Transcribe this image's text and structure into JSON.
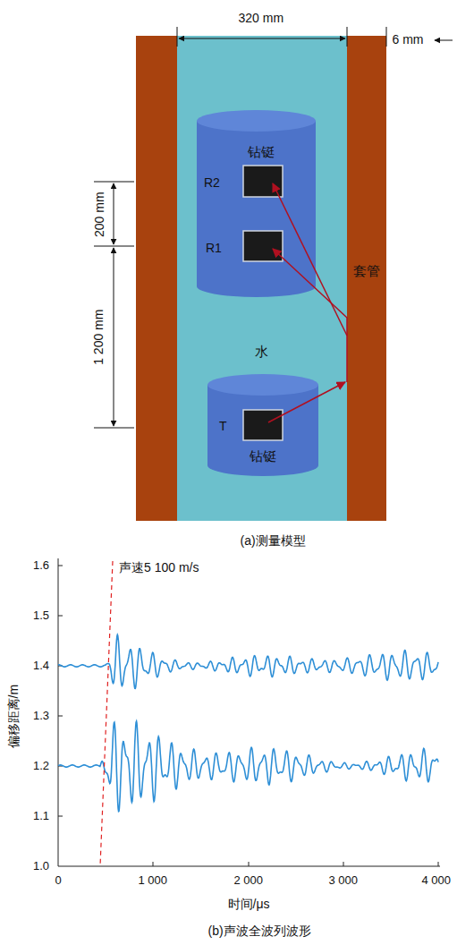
{
  "diagram": {
    "nodes": [
      {
        "text": [
          "水"
        ]
      },
      {
        "text": [
          "钻铤"
        ],
        "in": 0
      },
      {
        "text": [
          "钻铤"
        ],
        "in": 0
      },
      {
        "text": [
          "套管"
        ]
      }
    ],
    "labels": [
      "320 mm",
      "6 mm",
      "200 mm",
      "1 200 mm",
      "R2",
      "R1",
      "T",
      "(a)测量模型",
      "声速5 100 m/s",
      "1.6",
      "1.5",
      "1.4",
      "1.3",
      "1.2",
      "1.1",
      "1.0",
      "0",
      "1 000",
      "2 000",
      "3 000",
      "4 000",
      "偏移距离/m",
      "时间/μs",
      "(b)声波全波列波形"
    ]
  }
}
